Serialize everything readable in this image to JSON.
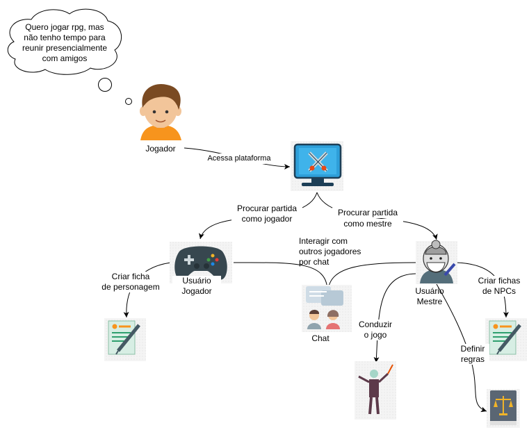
{
  "thought": "Quero jogar rpg, mas não tenho tempo para reunir presencialmente com amigos",
  "nodes": {
    "jogador": "Jogador",
    "usuario_jogador_1": "Usuário",
    "usuario_jogador_2": "Jogador",
    "chat": "Chat",
    "usuario_mestre_1": "Usuário",
    "usuario_mestre_2": "Mestre"
  },
  "edges": {
    "acessa": "Acessa plataforma",
    "procurar_jogador_1": "Procurar partida",
    "procurar_jogador_2": "como jogador",
    "procurar_mestre_1": "Procurar partida",
    "procurar_mestre_2": "como mestre",
    "interagir_1": "Interagir com",
    "interagir_2": "outros jogadores",
    "interagir_3": "por chat",
    "criar_ficha_1": "Criar ficha",
    "criar_ficha_2": "de personagem",
    "conduzir_1": "Conduzir",
    "conduzir_2": "o jogo",
    "definir_1": "Definir",
    "definir_2": "regras",
    "criar_npcs_1": "Criar fichas",
    "criar_npcs_2": "de NPCs"
  },
  "colors": {
    "monitor": "#2e9fd9",
    "skin": "#f2c59a",
    "hair": "#7a4a22",
    "shirt": "#f7941d",
    "controller": "#37474f",
    "sheet": "#d7eee4",
    "book": "#5a6673",
    "gold": "#f0b429"
  }
}
